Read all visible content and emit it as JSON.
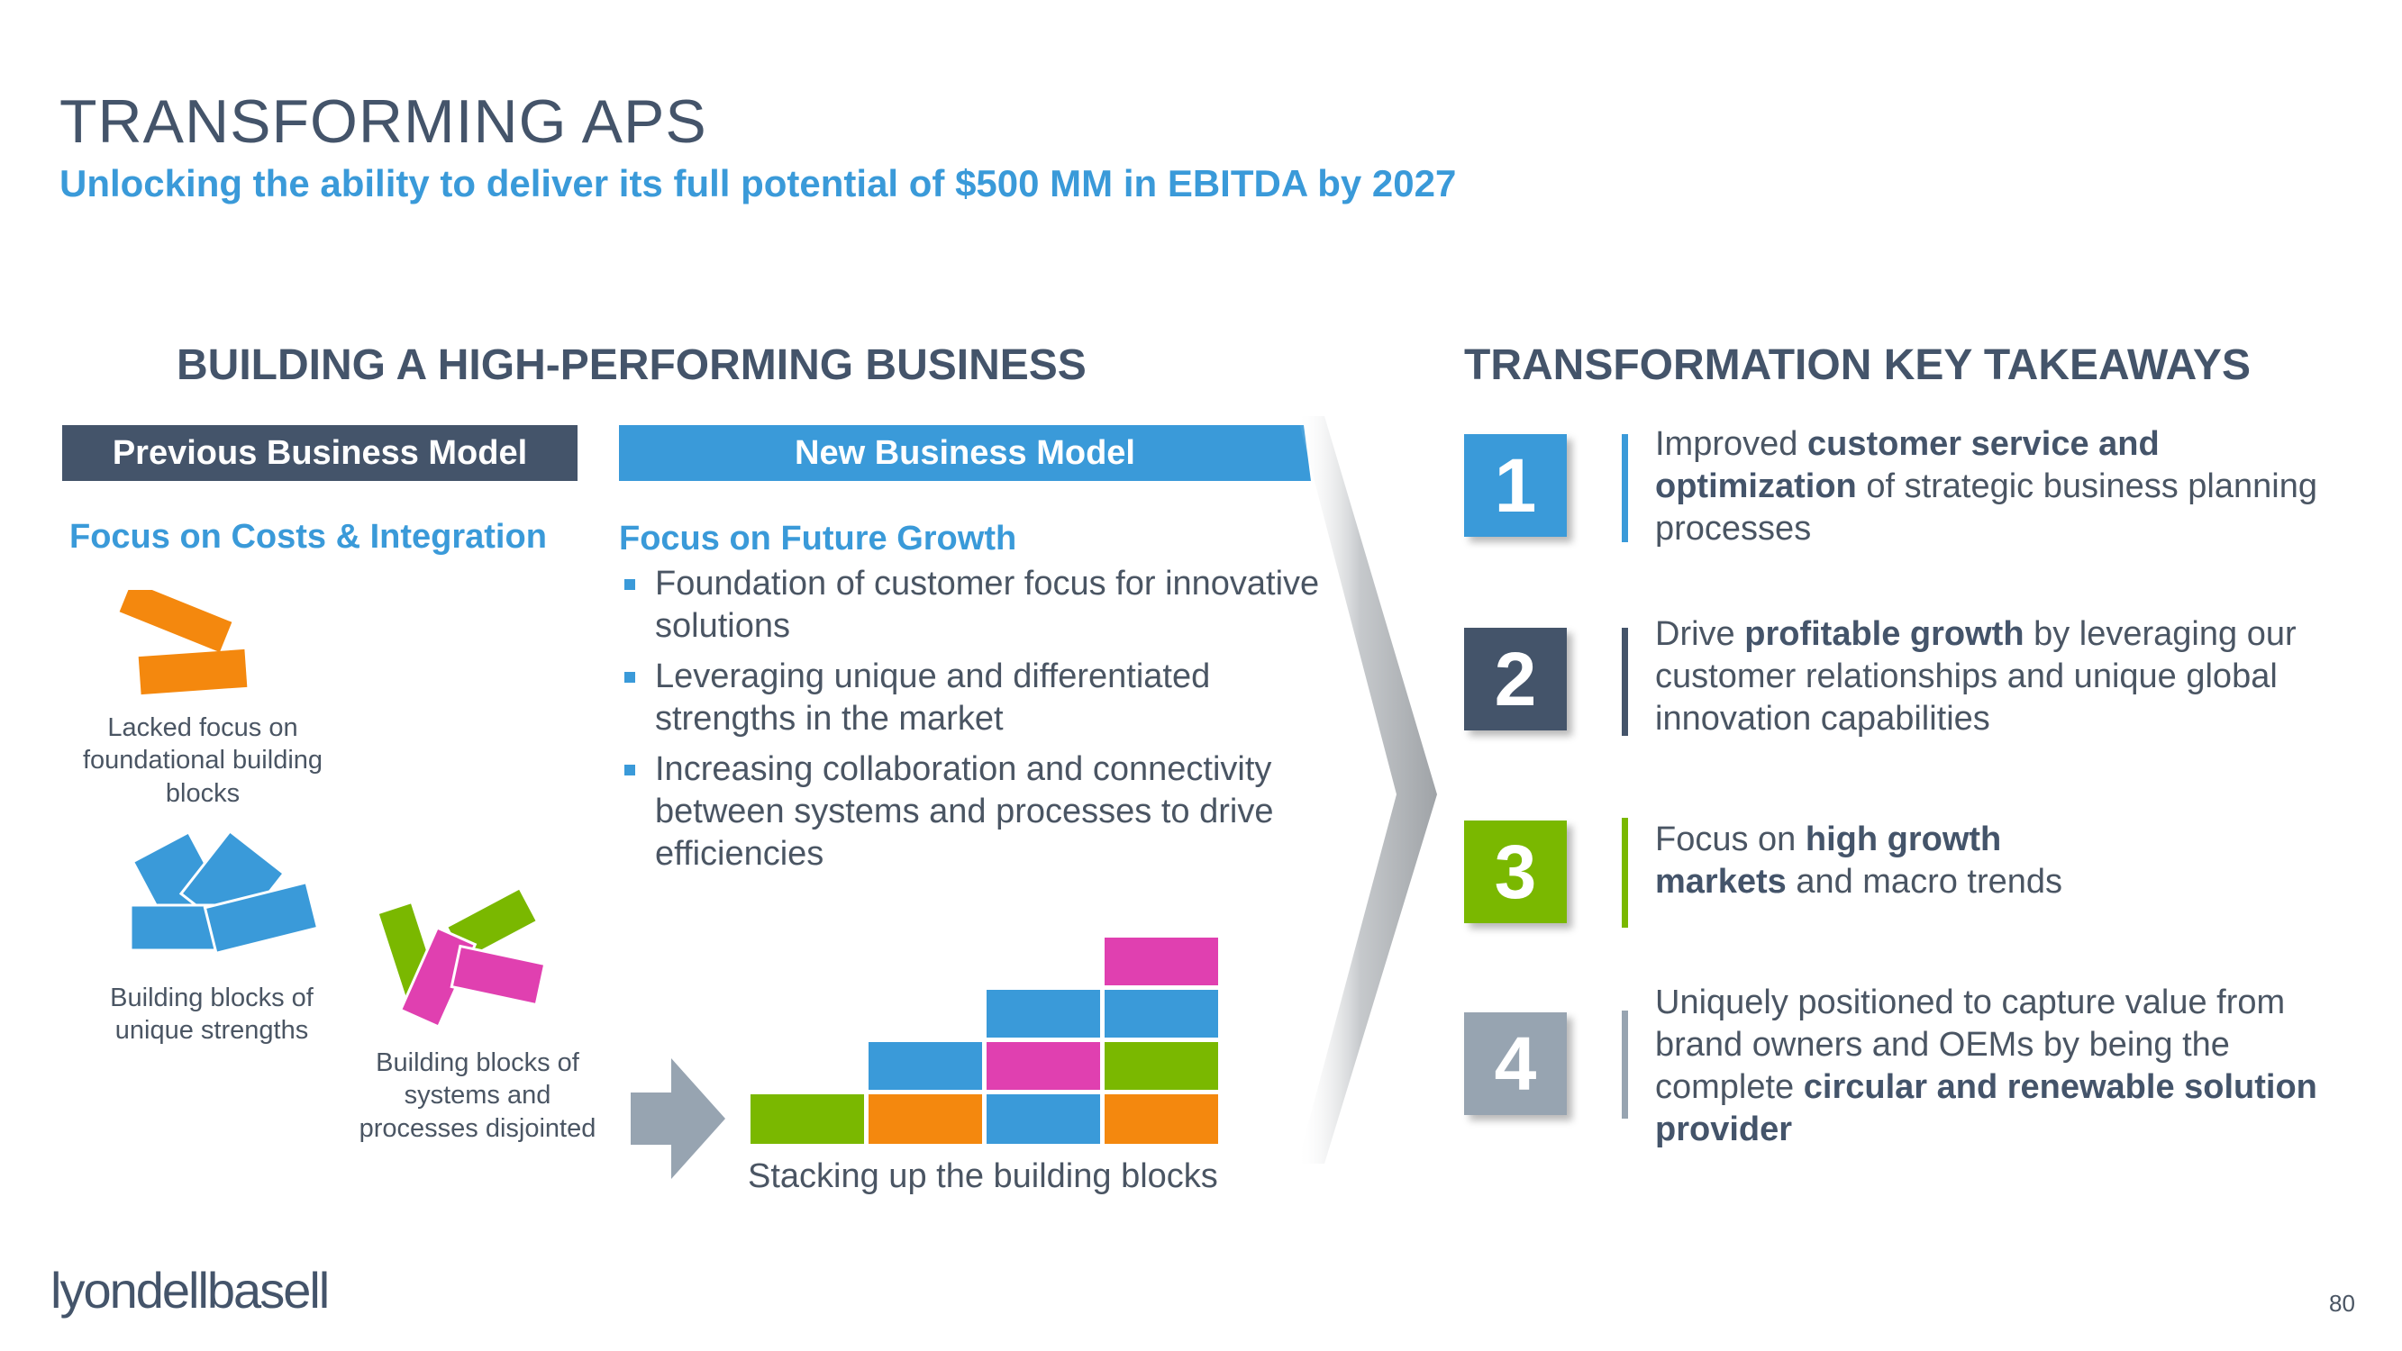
{
  "header": {
    "title": "TRANSFORMING APS",
    "subtitle": "Unlocking the ability to deliver its full potential of $500 MM in EBITDA by 2027"
  },
  "left_section": {
    "heading": "BUILDING A HIGH-PERFORMING BUSINESS",
    "previous_model": {
      "label": "Previous Business Model",
      "focus": "Focus on Costs & Integration",
      "captions": [
        "Lacked focus on foundational building blocks",
        "Building blocks of unique strengths",
        "Building blocks of systems and processes disjointed"
      ]
    },
    "new_model": {
      "label": "New Business Model",
      "focus": "Focus on Future Growth",
      "bullets": [
        "Foundation of customer focus for innovative solutions",
        "Leveraging unique and differentiated strengths in the market",
        "Increasing collaboration and connectivity between systems and processes to drive efficiencies"
      ],
      "stack_caption": "Stacking up the building blocks"
    }
  },
  "right_section": {
    "heading": "TRANSFORMATION KEY TAKEAWAYS",
    "items": [
      {
        "number": "1",
        "color": "#3a9ad9",
        "parts": [
          [
            "Improved ",
            false
          ],
          [
            "customer service and optimization",
            true
          ],
          [
            " of strategic business planning processes",
            false
          ]
        ]
      },
      {
        "number": "2",
        "color": "#44546a",
        "parts": [
          [
            "Drive ",
            false
          ],
          [
            "profitable growth",
            true
          ],
          [
            " by leveraging our customer relationships and unique global innovation capabilities",
            false
          ]
        ]
      },
      {
        "number": "3",
        "color": "#7ab800",
        "parts": [
          [
            "Focus on ",
            false
          ],
          [
            "high growth markets",
            true
          ],
          [
            " and macro trends",
            false
          ]
        ]
      },
      {
        "number": "4",
        "color": "#97a4b1",
        "parts": [
          [
            "Uniquely positioned to capture value from brand owners and OEMs by being the complete ",
            false
          ],
          [
            "circular and renewable solution provider",
            true
          ]
        ]
      }
    ]
  },
  "colors": {
    "blue": "#3a9ad9",
    "slate": "#44546a",
    "orange": "#f4880e",
    "green": "#7ab800",
    "magenta": "#e040b0",
    "gray": "#97a4b1"
  },
  "footer": {
    "logo": "lyondellbasell",
    "page_number": "80"
  }
}
